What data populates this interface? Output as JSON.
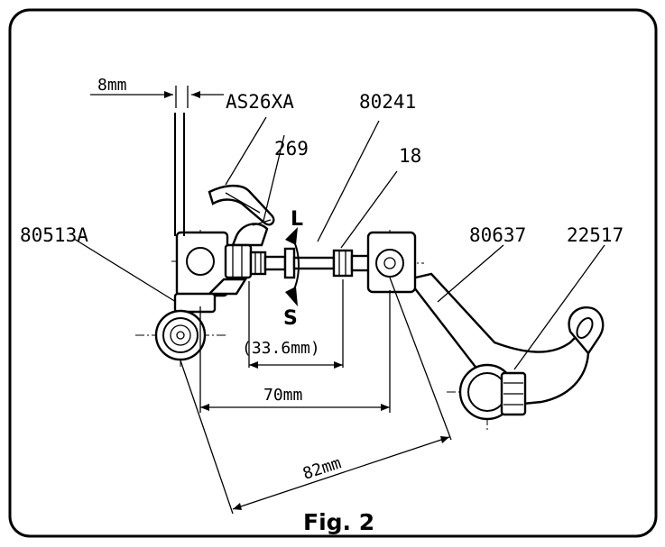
{
  "figure": {
    "caption": "Fig. 2",
    "parts": {
      "base_clamp": "80513A",
      "crank_arm": "80637",
      "clamp_screw": "22517",
      "lever": "AS26XA",
      "screw": "269",
      "rod": "80241",
      "nut": "18"
    },
    "adjust": {
      "long": "L",
      "short": "S"
    },
    "dimensions": {
      "lever_offset": "8mm",
      "rod_length": "(33.6mm)",
      "pivot_distance": "70mm",
      "diagonal_distance": "82mm"
    }
  }
}
